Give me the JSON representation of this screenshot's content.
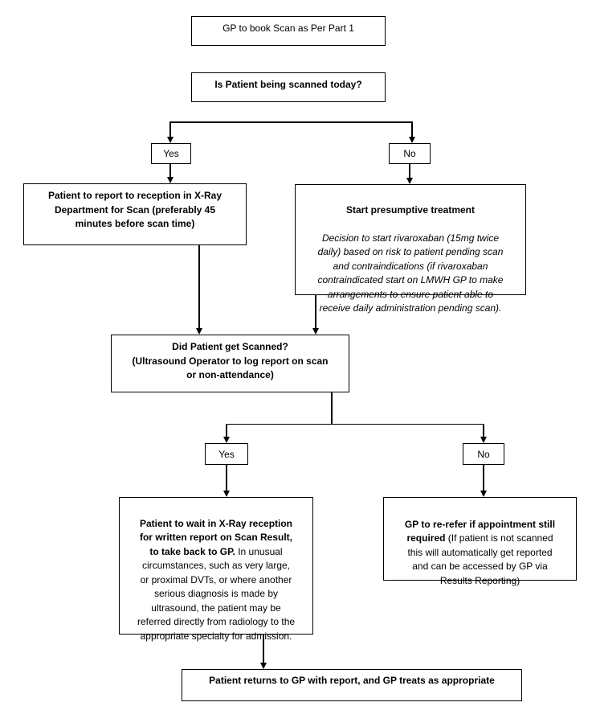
{
  "colors": {
    "background": "#ffffff",
    "line": "#000000",
    "box_border": "#000000",
    "text": "#000000"
  },
  "nodes": {
    "book_scan": {
      "label": "GP to book Scan as Per Part 1"
    },
    "scanned_today": {
      "label": "Is Patient being scanned today?"
    },
    "branch1_yes": {
      "label": "Yes"
    },
    "branch1_no": {
      "label": "No"
    },
    "report_reception": {
      "label": "Patient to report to reception in X-Ray\nDepartment for Scan (preferably 45\nminutes before scan time)"
    },
    "presumptive_treatment": {
      "title": "Start presumptive treatment",
      "body": "Decision to start rivaroxaban (15mg twice\ndaily) based on risk to patient pending scan\nand contraindications (if rivaroxaban\ncontraindicated start on LMWH GP to make\narrangements to ensure patient able to\nreceive daily administration pending scan)."
    },
    "did_scan": {
      "label": "Did Patient get Scanned?\n(Ultrasound Operator to log report on scan\nor non-attendance)"
    },
    "branch2_yes": {
      "label": "Yes"
    },
    "branch2_no": {
      "label": "No"
    },
    "wait_reception": {
      "bold": "Patient to wait in X-Ray reception\nfor written report on Scan Result,\nto take back to GP. ",
      "rest": "In unusual\ncircumstances, such as very large,\nor proximal DVTs, or where another\nserious diagnosis is made by\nultrasound, the patient may be\nreferred directly from radiology to the\nappropriate specialty for admission."
    },
    "rerefer": {
      "bold": "GP to re-refer if appointment still\nrequired ",
      "rest": "(If patient is not scanned\nthis will automatically get reported\nand can be accessed by GP via\nResults Reporting)"
    },
    "returns_gp": {
      "label": "Patient returns to GP with report, and GP treats as appropriate"
    }
  }
}
